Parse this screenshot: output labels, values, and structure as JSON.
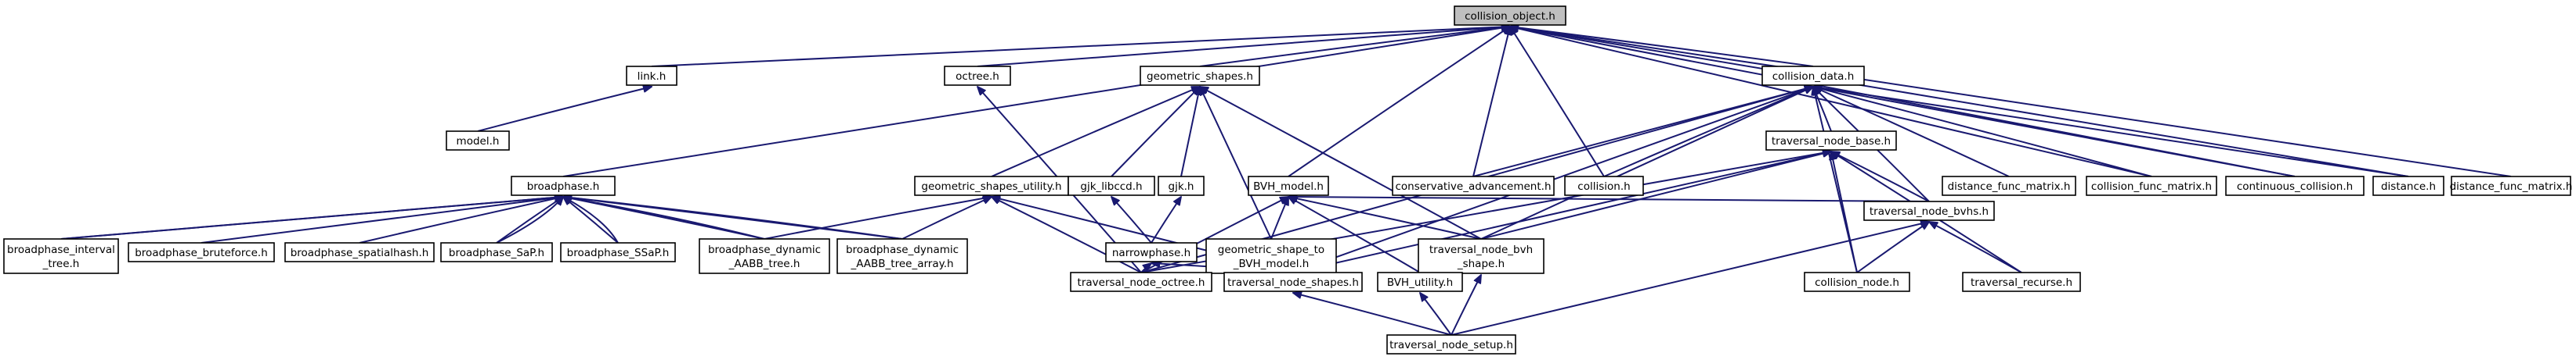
{
  "graph": {
    "root": "n_collision_object",
    "nodes": [
      {
        "id": "n_collision_object",
        "lines": [
          "collision_object.h"
        ],
        "root": true
      },
      {
        "id": "n_link",
        "lines": [
          "link.h"
        ]
      },
      {
        "id": "n_octree",
        "lines": [
          "octree.h"
        ]
      },
      {
        "id": "n_geometric_shapes",
        "lines": [
          "geometric_shapes.h"
        ]
      },
      {
        "id": "n_collision_data",
        "lines": [
          "collision_data.h"
        ]
      },
      {
        "id": "n_model",
        "lines": [
          "model.h"
        ]
      },
      {
        "id": "n_broadphase",
        "lines": [
          "broadphase.h"
        ]
      },
      {
        "id": "n_geometric_shapes_utility",
        "lines": [
          "geometric_shapes_utility.h"
        ]
      },
      {
        "id": "n_gjk_libccd",
        "lines": [
          "gjk_libccd.h"
        ]
      },
      {
        "id": "n_gjk",
        "lines": [
          "gjk.h"
        ]
      },
      {
        "id": "n_bvh_model",
        "lines": [
          "BVH_model.h"
        ]
      },
      {
        "id": "n_conservative_advancement",
        "lines": [
          "conservative_advancement.h"
        ]
      },
      {
        "id": "n_collision",
        "lines": [
          "collision.h"
        ]
      },
      {
        "id": "n_traversal_node_base",
        "lines": [
          "traversal_node_base.h"
        ]
      },
      {
        "id": "n_distance_func_matrix",
        "lines": [
          "distance_func_matrix.h"
        ]
      },
      {
        "id": "n_collision_func_matrix",
        "lines": [
          "collision_func_matrix.h"
        ]
      },
      {
        "id": "n_continuous_collision",
        "lines": [
          "continuous_collision.h"
        ]
      },
      {
        "id": "n_distance",
        "lines": [
          "distance.h"
        ]
      },
      {
        "id": "n_distance_func_matrix_2",
        "lines": [
          "distance_func_matrix.h"
        ]
      },
      {
        "id": "n_broadphase_interval_tree",
        "lines": [
          "broadphase_interval",
          "_tree.h"
        ]
      },
      {
        "id": "n_broadphase_bruteforce",
        "lines": [
          "broadphase_bruteforce.h"
        ]
      },
      {
        "id": "n_broadphase_spatialhash",
        "lines": [
          "broadphase_spatialhash.h"
        ]
      },
      {
        "id": "n_broadphase_sap",
        "lines": [
          "broadphase_SaP.h"
        ]
      },
      {
        "id": "n_broadphase_ssap",
        "lines": [
          "broadphase_SSaP.h"
        ]
      },
      {
        "id": "n_broadphase_dynamic_aabb_tree",
        "lines": [
          "broadphase_dynamic",
          "_AABB_tree.h"
        ]
      },
      {
        "id": "n_broadphase_dynamic_aabb_tree_array",
        "lines": [
          "broadphase_dynamic",
          "_AABB_tree_array.h"
        ]
      },
      {
        "id": "n_narrowphase",
        "lines": [
          "narrowphase.h"
        ]
      },
      {
        "id": "n_geometric_shape_to_bvh_model",
        "lines": [
          "geometric_shape_to",
          "_BVH_model.h"
        ]
      },
      {
        "id": "n_traversal_node_bvh_shape",
        "lines": [
          "traversal_node_bvh",
          "_shape.h"
        ]
      },
      {
        "id": "n_traversal_node_bvhs",
        "lines": [
          "traversal_node_bvhs.h"
        ]
      },
      {
        "id": "n_traversal_node_octree",
        "lines": [
          "traversal_node_octree.h"
        ]
      },
      {
        "id": "n_traversal_node_shapes",
        "lines": [
          "traversal_node_shapes.h"
        ]
      },
      {
        "id": "n_bvh_utility",
        "lines": [
          "BVH_utility.h"
        ]
      },
      {
        "id": "n_collision_node",
        "lines": [
          "collision_node.h"
        ]
      },
      {
        "id": "n_traversal_recurse",
        "lines": [
          "traversal_recurse.h"
        ]
      },
      {
        "id": "n_traversal_node_setup",
        "lines": [
          "traversal_node_setup.h"
        ]
      }
    ],
    "edges": [
      [
        "n_link",
        "n_collision_object"
      ],
      [
        "n_octree",
        "n_collision_object"
      ],
      [
        "n_geometric_shapes",
        "n_collision_object"
      ],
      [
        "n_collision_data",
        "n_collision_object"
      ],
      [
        "n_broadphase",
        "n_collision_object"
      ],
      [
        "n_bvh_model",
        "n_collision_object"
      ],
      [
        "n_conservative_advancement",
        "n_collision_object"
      ],
      [
        "n_collision",
        "n_collision_object"
      ],
      [
        "n_collision_func_matrix",
        "n_collision_object"
      ],
      [
        "n_continuous_collision",
        "n_collision_object"
      ],
      [
        "n_distance",
        "n_collision_object"
      ],
      [
        "n_distance_func_matrix_2",
        "n_collision_object"
      ],
      [
        "n_model",
        "n_link"
      ],
      [
        "n_traversal_node_octree",
        "n_octree"
      ],
      [
        "n_geometric_shapes_utility",
        "n_geometric_shapes"
      ],
      [
        "n_gjk_libccd",
        "n_geometric_shapes"
      ],
      [
        "n_gjk",
        "n_geometric_shapes"
      ],
      [
        "n_geometric_shape_to_bvh_model",
        "n_geometric_shapes"
      ],
      [
        "n_traversal_node_bvh_shape",
        "n_geometric_shapes"
      ],
      [
        "n_conservative_advancement",
        "n_collision_data"
      ],
      [
        "n_collision",
        "n_collision_data"
      ],
      [
        "n_traversal_node_base",
        "n_collision_data"
      ],
      [
        "n_distance_func_matrix",
        "n_collision_data"
      ],
      [
        "n_collision_func_matrix",
        "n_collision_data"
      ],
      [
        "n_continuous_collision",
        "n_collision_data"
      ],
      [
        "n_distance",
        "n_collision_data"
      ],
      [
        "n_traversal_node_bvh_shape",
        "n_collision_data"
      ],
      [
        "n_traversal_node_bvhs",
        "n_collision_data"
      ],
      [
        "n_traversal_node_octree",
        "n_collision_data"
      ],
      [
        "n_traversal_node_shapes",
        "n_collision_data"
      ],
      [
        "n_collision_node",
        "n_collision_data"
      ],
      [
        "n_broadphase_interval_tree",
        "n_broadphase"
      ],
      [
        "n_broadphase_bruteforce",
        "n_broadphase"
      ],
      [
        "n_broadphase_spatialhash",
        "n_broadphase"
      ],
      [
        "n_broadphase_sap",
        "n_broadphase"
      ],
      [
        "n_broadphase_ssap",
        "n_broadphase"
      ],
      [
        "n_broadphase_dynamic_aabb_tree",
        "n_broadphase"
      ],
      [
        "n_broadphase_dynamic_aabb_tree_array",
        "n_broadphase"
      ],
      [
        "n_broadphase_interval_tree",
        "n_broadphase"
      ],
      [
        "n_broadphase_sap",
        "n_broadphase"
      ],
      [
        "n_broadphase_ssap",
        "n_broadphase"
      ],
      [
        "n_broadphase_dynamic_aabb_tree",
        "n_broadphase"
      ],
      [
        "n_broadphase_dynamic_aabb_tree_array",
        "n_broadphase"
      ],
      [
        "n_broadphase_dynamic_aabb_tree",
        "n_geometric_shapes_utility"
      ],
      [
        "n_broadphase_dynamic_aabb_tree_array",
        "n_geometric_shapes_utility"
      ],
      [
        "n_traversal_node_octree",
        "n_geometric_shapes_utility"
      ],
      [
        "n_traversal_node_shapes",
        "n_geometric_shapes_utility"
      ],
      [
        "n_narrowphase",
        "n_gjk_libccd"
      ],
      [
        "n_narrowphase",
        "n_gjk"
      ],
      [
        "n_traversal_node_octree",
        "n_narrowphase"
      ],
      [
        "n_traversal_node_shapes",
        "n_narrowphase"
      ],
      [
        "n_geometric_shape_to_bvh_model",
        "n_bvh_model"
      ],
      [
        "n_traversal_node_bvh_shape",
        "n_bvh_model"
      ],
      [
        "n_traversal_node_bvhs",
        "n_bvh_model"
      ],
      [
        "n_traversal_node_octree",
        "n_bvh_model"
      ],
      [
        "n_bvh_utility",
        "n_bvh_model"
      ],
      [
        "n_traversal_node_bvh_shape",
        "n_traversal_node_base"
      ],
      [
        "n_traversal_node_bvhs",
        "n_traversal_node_base"
      ],
      [
        "n_traversal_node_octree",
        "n_traversal_node_base"
      ],
      [
        "n_traversal_node_shapes",
        "n_traversal_node_base"
      ],
      [
        "n_collision_node",
        "n_traversal_node_base"
      ],
      [
        "n_traversal_recurse",
        "n_traversal_node_base"
      ],
      [
        "n_traversal_node_setup",
        "n_traversal_node_bvh_shape"
      ],
      [
        "n_collision_node",
        "n_traversal_node_bvhs"
      ],
      [
        "n_traversal_recurse",
        "n_traversal_node_bvhs"
      ],
      [
        "n_traversal_node_setup",
        "n_traversal_node_bvhs"
      ],
      [
        "n_traversal_node_setup",
        "n_traversal_node_shapes"
      ],
      [
        "n_traversal_node_setup",
        "n_bvh_utility"
      ]
    ]
  }
}
